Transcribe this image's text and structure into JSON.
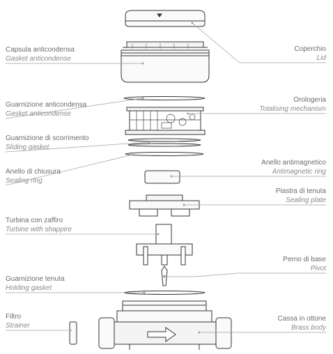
{
  "components": [
    {
      "id": "lid",
      "it": "Coperchio",
      "en": "Lid"
    },
    {
      "id": "gasket-cap",
      "it": "Capsula anticondensa",
      "en": "Gasket anticondense"
    },
    {
      "id": "totalising",
      "it": "Orologeria",
      "en": "Totalising mechanism"
    },
    {
      "id": "gasket-ring",
      "it": "Guarnizione anticondensa",
      "en": "Gasket anticondense"
    },
    {
      "id": "sliding-gasket",
      "it": "Guarnizione di scorrimento",
      "en": "Sliding gasket"
    },
    {
      "id": "antimagnetic",
      "it": "Anello antimagnetico",
      "en": "Antimagnetic ring"
    },
    {
      "id": "sealing-ring",
      "it": "Anello di chiusura",
      "en": "Sealing ring"
    },
    {
      "id": "sealing-plate",
      "it": "Piastra di tenuta",
      "en": "Sealing plate"
    },
    {
      "id": "turbine",
      "it": "Turbina con zaffiro",
      "en": "Turbine with shappire"
    },
    {
      "id": "pivot",
      "it": "Perno di base",
      "en": "Pivot"
    },
    {
      "id": "holding-gasket",
      "it": "Guarnizione tenuta",
      "en": "Holding gasket"
    },
    {
      "id": "strainer",
      "it": "Filtro",
      "en": "Strainer"
    },
    {
      "id": "brass-body",
      "it": "Cassa in ottone",
      "en": "Brass body"
    }
  ]
}
